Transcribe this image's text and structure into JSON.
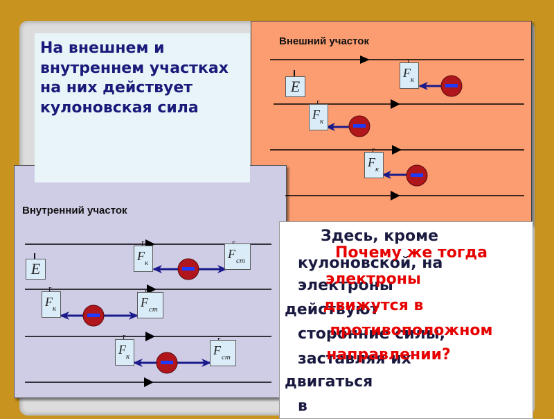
{
  "info_box": {
    "text": "На внешнем и внутреннем участках на них действует кулоновская сила"
  },
  "external": {
    "title": "Внешний участок"
  },
  "internal": {
    "title": "Внутренний участок"
  },
  "symbols": {
    "E": "E",
    "F": "F",
    "k_sub": "к",
    "st_sub": "ст",
    "vec": "r"
  },
  "question": {
    "text_lines": [
      "Здесь, кроме",
      "кулоновской, на",
      "электроны",
      "действуют",
      "сторонние силы,",
      "заставляя их",
      "двигаться",
      "в"
    ],
    "overlay_lines": [
      "Почему же тогда",
      "электроны",
      "движутся в",
      "противоположном",
      "направлении?"
    ]
  },
  "colors": {
    "background": "#c8931e",
    "external": "#fb9d71",
    "internal": "#cfcce6",
    "text_blue": "#1a1a7a",
    "question_red": "#e60000",
    "electron": "#b0161c",
    "arrow": "#1a1a8a"
  }
}
